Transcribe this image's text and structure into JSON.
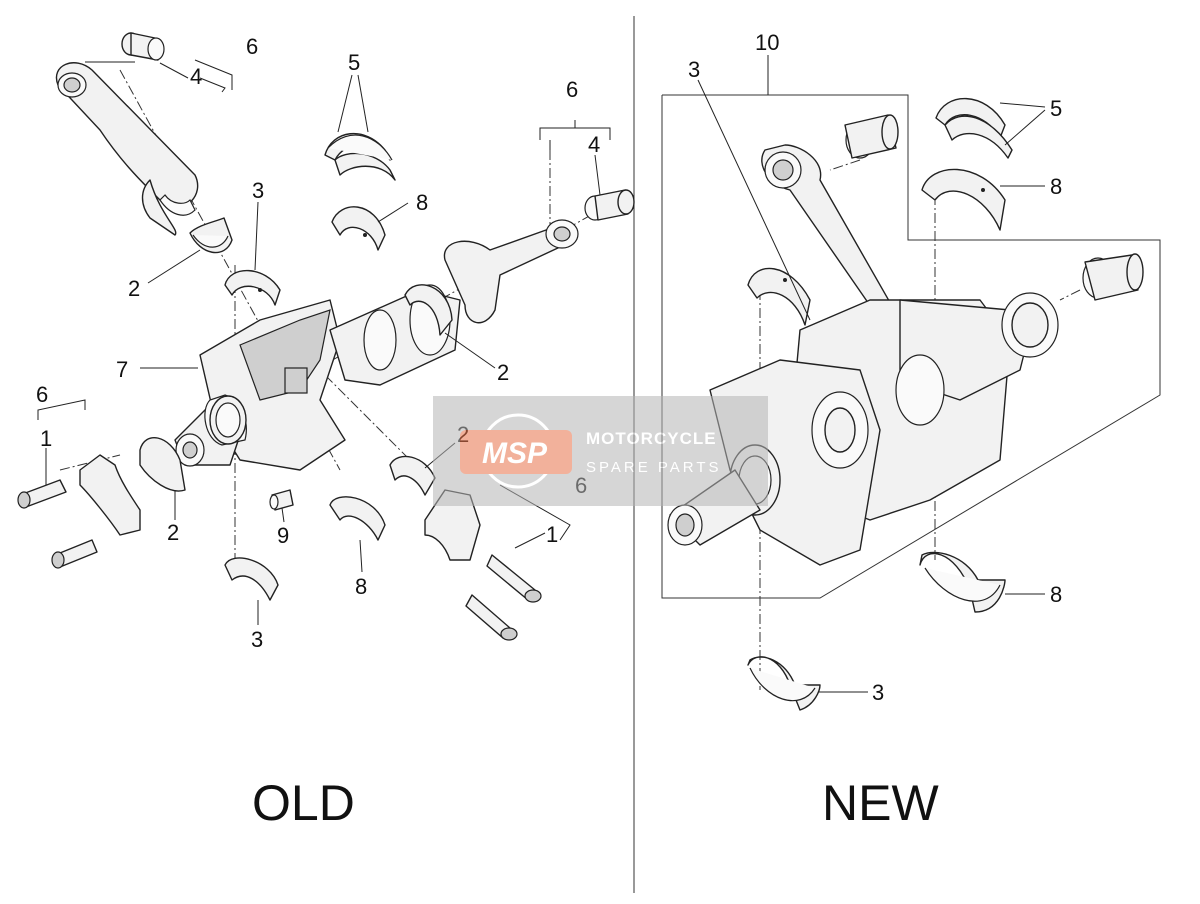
{
  "sections": {
    "old_label": "OLD",
    "new_label": "NEW"
  },
  "callouts_old": [
    {
      "id": "c-old-6a",
      "text": "6"
    },
    {
      "id": "c-old-4a",
      "text": "4"
    },
    {
      "id": "c-old-5",
      "text": "5"
    },
    {
      "id": "c-old-6b",
      "text": "6"
    },
    {
      "id": "c-old-4b",
      "text": "4"
    },
    {
      "id": "c-old-8a",
      "text": "8"
    },
    {
      "id": "c-old-3a",
      "text": "3"
    },
    {
      "id": "c-old-2a",
      "text": "2"
    },
    {
      "id": "c-old-7",
      "text": "7"
    },
    {
      "id": "c-old-2b",
      "text": "2"
    },
    {
      "id": "c-old-6c",
      "text": "6"
    },
    {
      "id": "c-old-1a",
      "text": "1"
    },
    {
      "id": "c-old-2c",
      "text": "2"
    },
    {
      "id": "c-old-2d",
      "text": "2"
    },
    {
      "id": "c-old-6d",
      "text": "6"
    },
    {
      "id": "c-old-9",
      "text": "9"
    },
    {
      "id": "c-old-1b",
      "text": "1"
    },
    {
      "id": "c-old-8b",
      "text": "8"
    },
    {
      "id": "c-old-3b",
      "text": "3"
    }
  ],
  "callouts_new": [
    {
      "id": "c-new-10",
      "text": "10"
    },
    {
      "id": "c-new-3a",
      "text": "3"
    },
    {
      "id": "c-new-5",
      "text": "5"
    },
    {
      "id": "c-new-8a",
      "text": "8"
    },
    {
      "id": "c-new-8b",
      "text": "8"
    },
    {
      "id": "c-new-3b",
      "text": "3"
    }
  ],
  "watermark": {
    "logo": "MSP",
    "line1": "MOTORCYCLE",
    "line2": "SPARE PARTS",
    "colors": {
      "box": "#b5b5b5",
      "logo_bg": "#e8734a"
    }
  }
}
